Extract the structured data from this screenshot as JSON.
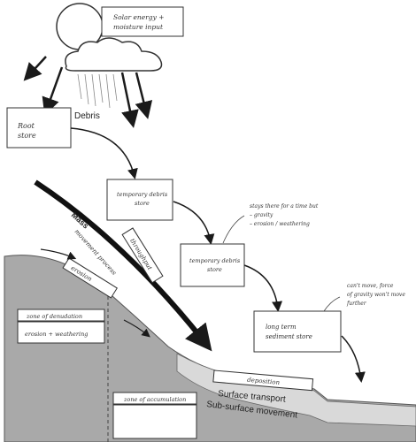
{
  "labels": {
    "solar_input": [
      "Solar energy +",
      "moisture input"
    ],
    "debris": "Debris",
    "root_store": [
      "Root",
      "store"
    ],
    "temp_store_1": [
      "temporary debris",
      "store"
    ],
    "temp_store_2": [
      "temporary debris",
      "store"
    ],
    "long_term_store": [
      "long term",
      "sediment store"
    ],
    "mass_movement": [
      "Mass",
      "movement process"
    ],
    "throughput": "throughput",
    "erosion": "erosion",
    "zone_denudation": "zone of denudation",
    "erosion_weathering": "erosion + weathering",
    "zone_accumulation": "zone of accumulation",
    "deposition": "deposition",
    "surface_transport": "Surface transport",
    "subsurface_movement": "Sub-surface movement",
    "annotation_1": [
      "stays there for a time but",
      "– gravity",
      "– erosion / weathering"
    ],
    "annotation_2": [
      "can't move, force",
      "of gravity won't move",
      "further"
    ]
  },
  "colors": {
    "ground": "#a9a9a9",
    "ground_light": "#cfcfcf",
    "surface_band": "#dedede",
    "arrow": "#1a1a1a",
    "box_stroke": "#333333"
  }
}
